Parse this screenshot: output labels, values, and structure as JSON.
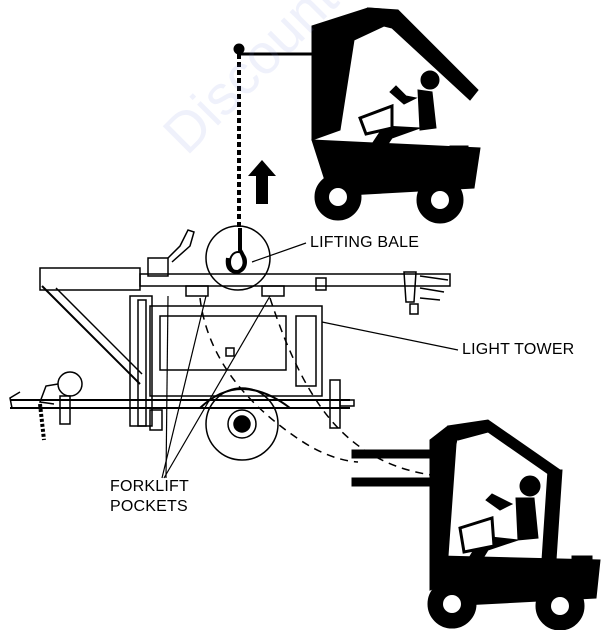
{
  "labels": {
    "lifting_bale": "LIFTING BALE",
    "light_tower": "LIGHT TOWER",
    "forklift_pockets_line1": "FORKLIFT",
    "forklift_pockets_line2": "POCKETS"
  },
  "watermark": "Discount-E",
  "colors": {
    "ink": "#000000",
    "paper": "#ffffff"
  }
}
